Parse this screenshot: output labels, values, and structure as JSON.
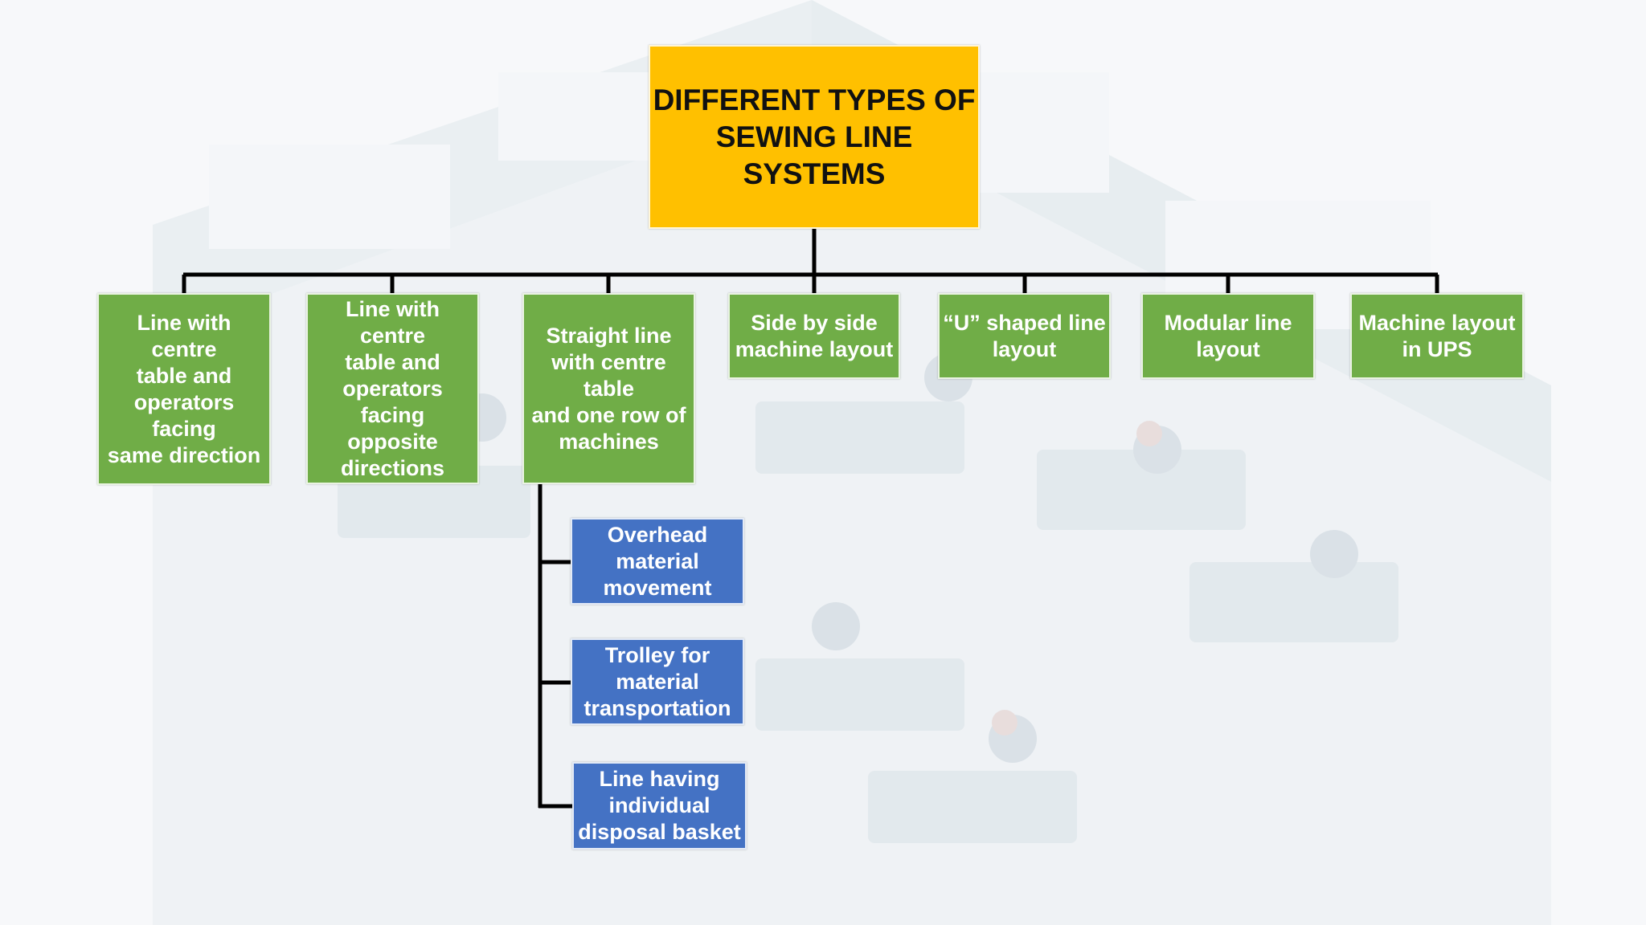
{
  "diagram": {
    "root": {
      "label": "DIFFERENT TYPES OF\nSEWING LINE SYSTEMS"
    },
    "children": [
      {
        "label": "Line with centre\ntable and\noperators facing\nsame direction"
      },
      {
        "label": "Line with centre\ntable and\noperators facing\nopposite\ndirections"
      },
      {
        "label": "Straight line\nwith centre table\nand one row of\nmachines"
      },
      {
        "label": "Side by side\nmachine layout"
      },
      {
        "label": "“U” shaped line\nlayout"
      },
      {
        "label": "Modular line\nlayout"
      },
      {
        "label": "Machine layout\nin UPS"
      }
    ],
    "sub_children": [
      {
        "label": "Overhead\nmaterial\nmovement"
      },
      {
        "label": "Trolley for\nmaterial\ntransportation"
      },
      {
        "label": "Line having\nindividual\ndisposal basket"
      }
    ]
  },
  "colors": {
    "root": "#ffc000",
    "category": "#70ad47",
    "sub_category": "#4472c4",
    "connector": "#000000"
  }
}
